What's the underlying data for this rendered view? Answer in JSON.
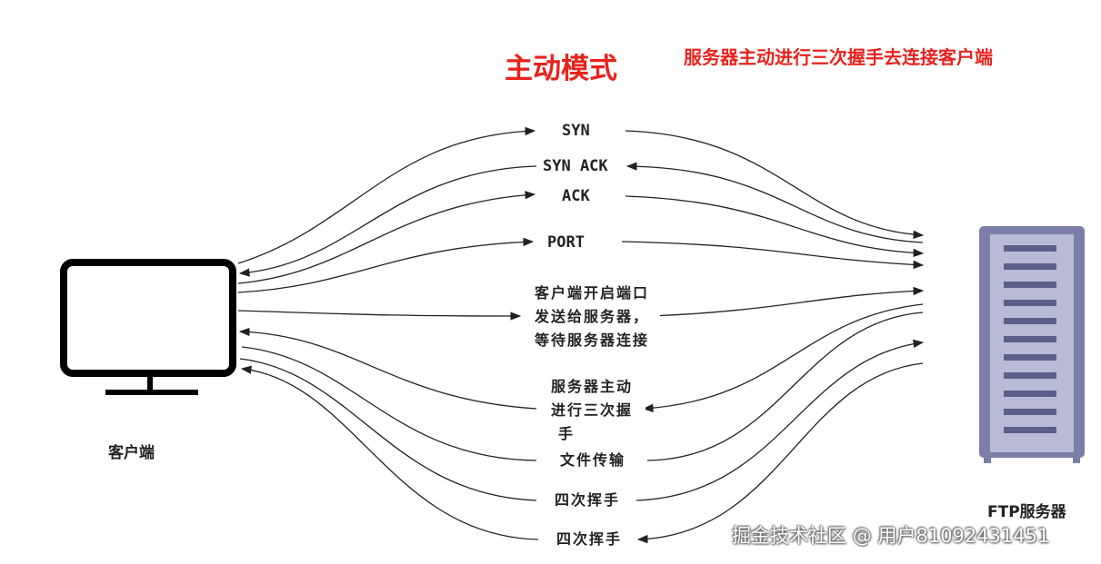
{
  "title": "主动模式",
  "subtitle": "服务器主动进行三次握手去连接客户端",
  "client": {
    "label": "客户端"
  },
  "server": {
    "label": "FTP服务器"
  },
  "messages": [
    {
      "id": "syn",
      "text": "SYN",
      "direction": "client-to-server"
    },
    {
      "id": "syn-ack",
      "text": "SYN ACK",
      "direction": "server-to-client"
    },
    {
      "id": "ack",
      "text": "ACK",
      "direction": "client-to-server"
    },
    {
      "id": "port",
      "text": "PORT",
      "direction": "client-to-server"
    },
    {
      "id": "open-port",
      "lines": [
        "客户端开启端口",
        "发送给服务器，",
        "等待服务器连接"
      ],
      "direction": "client-to-server"
    },
    {
      "id": "server-handshake",
      "lines": [
        "服务器主动",
        "进行三次握",
        "手"
      ],
      "direction": "server-to-client"
    },
    {
      "id": "file-transfer",
      "text": "文件传输",
      "direction": "both"
    },
    {
      "id": "wave-1",
      "text": "四次挥手",
      "direction": "client-to-server"
    },
    {
      "id": "wave-2",
      "text": "四次挥手",
      "direction": "server-to-client"
    }
  ],
  "watermark": "掘金技术社区 @ 用户81092431451",
  "colors": {
    "title": "#e8231d",
    "line": "#222222",
    "server": "#7b7ea6",
    "server_slot": "#5c5f8a"
  }
}
